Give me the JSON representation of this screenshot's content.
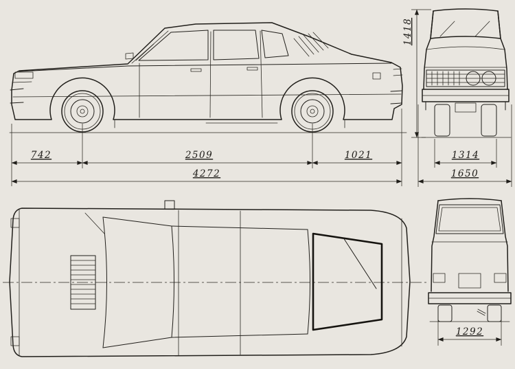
{
  "drawing": {
    "type": "car-blueprint-four-view",
    "background_color": "#e9e6e0",
    "line_color": "#201e1a",
    "views": [
      "side",
      "front",
      "top",
      "rear"
    ]
  },
  "dimensions": {
    "side": {
      "front_overhang": "742",
      "wheelbase": "2509",
      "rear_overhang": "1021",
      "overall_length": "4272"
    },
    "front": {
      "height": "1418",
      "front_track": "1314",
      "overall_width": "1650"
    },
    "rear": {
      "rear_track": "1292"
    }
  }
}
